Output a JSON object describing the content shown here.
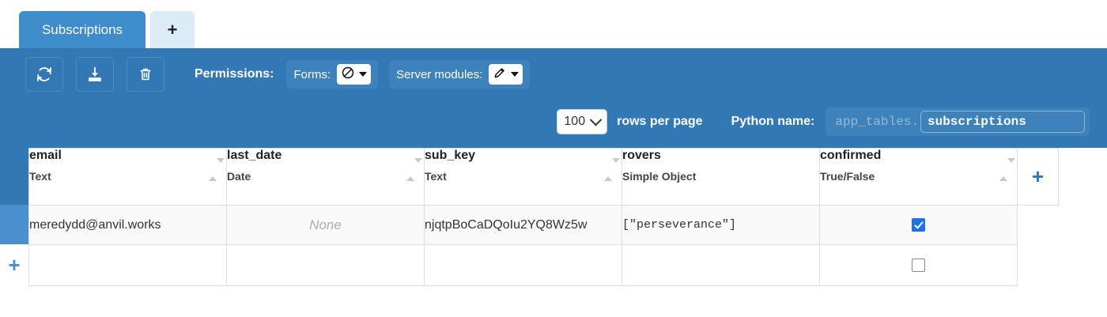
{
  "tabs": {
    "items": [
      {
        "label": "Subscriptions",
        "active": true
      }
    ],
    "add_label": "+"
  },
  "toolbar": {
    "buttons": [
      {
        "name": "refresh",
        "icon": "refresh-icon"
      },
      {
        "name": "download",
        "icon": "download-icon"
      },
      {
        "name": "delete",
        "icon": "trash-icon"
      }
    ],
    "permissions_label": "Permissions:",
    "forms_label": "Forms:",
    "forms_value_icon": "ban-icon",
    "server_modules_label": "Server modules:",
    "server_modules_value_icon": "pencil-icon",
    "rows_per_page_value": "100",
    "rows_per_page_label": "rows per page",
    "python_name_label": "Python name:",
    "python_name_prefix": "app_tables.",
    "python_name_value": "subscriptions"
  },
  "table": {
    "columns": [
      {
        "name": "email",
        "type": "Text",
        "sortable": true
      },
      {
        "name": "last_date",
        "type": "Date",
        "sortable": true
      },
      {
        "name": "sub_key",
        "type": "Text",
        "sortable": true
      },
      {
        "name": "rovers",
        "type": "Simple Object",
        "sortable": false
      },
      {
        "name": "confirmed",
        "type": "True/False",
        "sortable": true
      }
    ],
    "add_column_label": "+",
    "add_row_label": "+",
    "rows": [
      {
        "email": "meredydd@anvil.works",
        "last_date": "None",
        "sub_key": "njqtpBoCaDQoIu2YQ8Wz5w",
        "rovers": "[\"perseverance\"]",
        "confirmed": true
      }
    ],
    "new_row": {
      "email": "",
      "last_date": "",
      "sub_key": "",
      "rovers": "",
      "confirmed": false
    }
  },
  "colors": {
    "toolbar_blue": "#3178b4",
    "tab_blue": "#3f8ccb",
    "tab_add_blue": "#dcecf6",
    "row_strip_blue": "#4a90ce",
    "checkbox_blue": "#1a73e8"
  }
}
